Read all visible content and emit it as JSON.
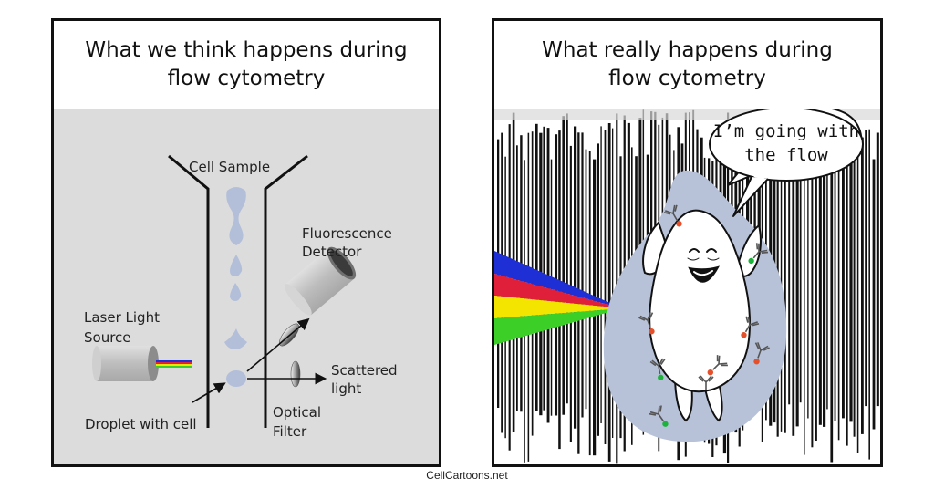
{
  "left_panel": {
    "title_line1": "What we think happens during",
    "title_line2": "flow cytometry",
    "labels": {
      "cell_sample": "Cell Sample",
      "fluorescence_line1": "Fluorescence",
      "fluorescence_line2": "Detector",
      "laser_line1": "Laser Light",
      "laser_line2": "Source",
      "scattered_line1": "Scattered",
      "scattered_line2": "light",
      "droplet": "Droplet with cell",
      "optical_line1": "Optical",
      "optical_line2": "Filter"
    }
  },
  "right_panel": {
    "title_line1": "What really happens during",
    "title_line2": "flow cytometry",
    "speech_line1": "I’m going with",
    "speech_line2": "the flow"
  },
  "credit": "CellCartoons.net",
  "colors": {
    "panel_bg": "#dcdcdc",
    "droplet": "#b3bfd9",
    "cell_body": "#b7c2d9",
    "laser_blue": "#1f2fd6",
    "laser_red": "#e0203a",
    "laser_yellow": "#f4e500",
    "laser_green": "#3ccf28",
    "dot_red": "#e5502a",
    "dot_green": "#1db33b"
  }
}
